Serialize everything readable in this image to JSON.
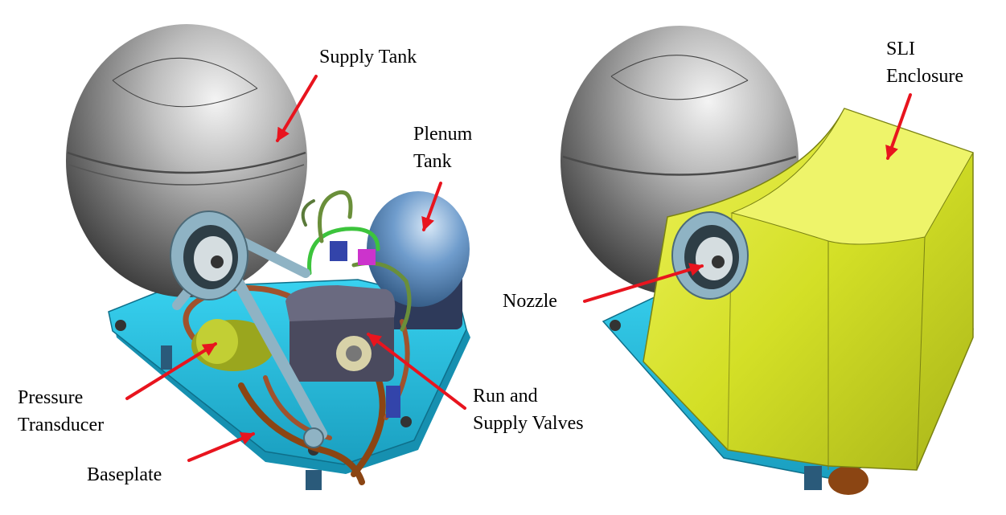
{
  "labels": {
    "supply_tank": [
      "Supply Tank"
    ],
    "plenum_tank": [
      "Plenum",
      "Tank"
    ],
    "pressure_transducer": [
      "Pressure",
      "Transducer"
    ],
    "baseplate": [
      "Baseplate"
    ],
    "run_supply_valves": [
      "Run and",
      "Supply Valves"
    ],
    "sli_enclosure": [
      "SLI",
      "Enclosure"
    ],
    "nozzle": [
      "Nozzle"
    ]
  },
  "colors": {
    "arrow": "#e8141e",
    "baseplate": "#22c3e6",
    "enclosure": "#d9e62a",
    "supply_tank": "#8a8a8a",
    "plenum_tank": "#5f8fbf",
    "pipes": "#a0522d",
    "tube_green": "#3cc43c",
    "ring": "#8fb3c4"
  }
}
